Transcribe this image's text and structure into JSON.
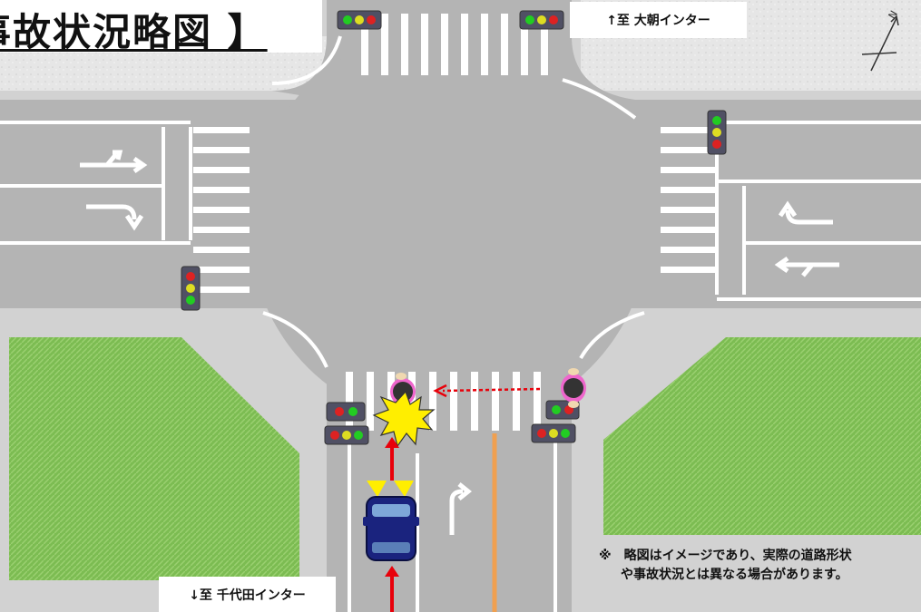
{
  "title": "事故状況略図 】",
  "north_direction": "↑至 大朝インター",
  "south_direction": "↓至 千代田インター",
  "note": {
    "line1": "※　略図はイメージであり、実際の道路形状",
    "line2": "や事故状況とは異なる場合があります。"
  },
  "north_symbol": "N",
  "colors": {
    "road": "#b4b4b4",
    "shoulder": "#d2d2d2",
    "grass": "#7cbc52",
    "crosswalk": "#ffffff",
    "collision": "#ffee00",
    "arrow": "#e8000a",
    "car": "#1a237e",
    "pedestrian_ring": "#ee66cc",
    "center_line": "#f0a050"
  }
}
